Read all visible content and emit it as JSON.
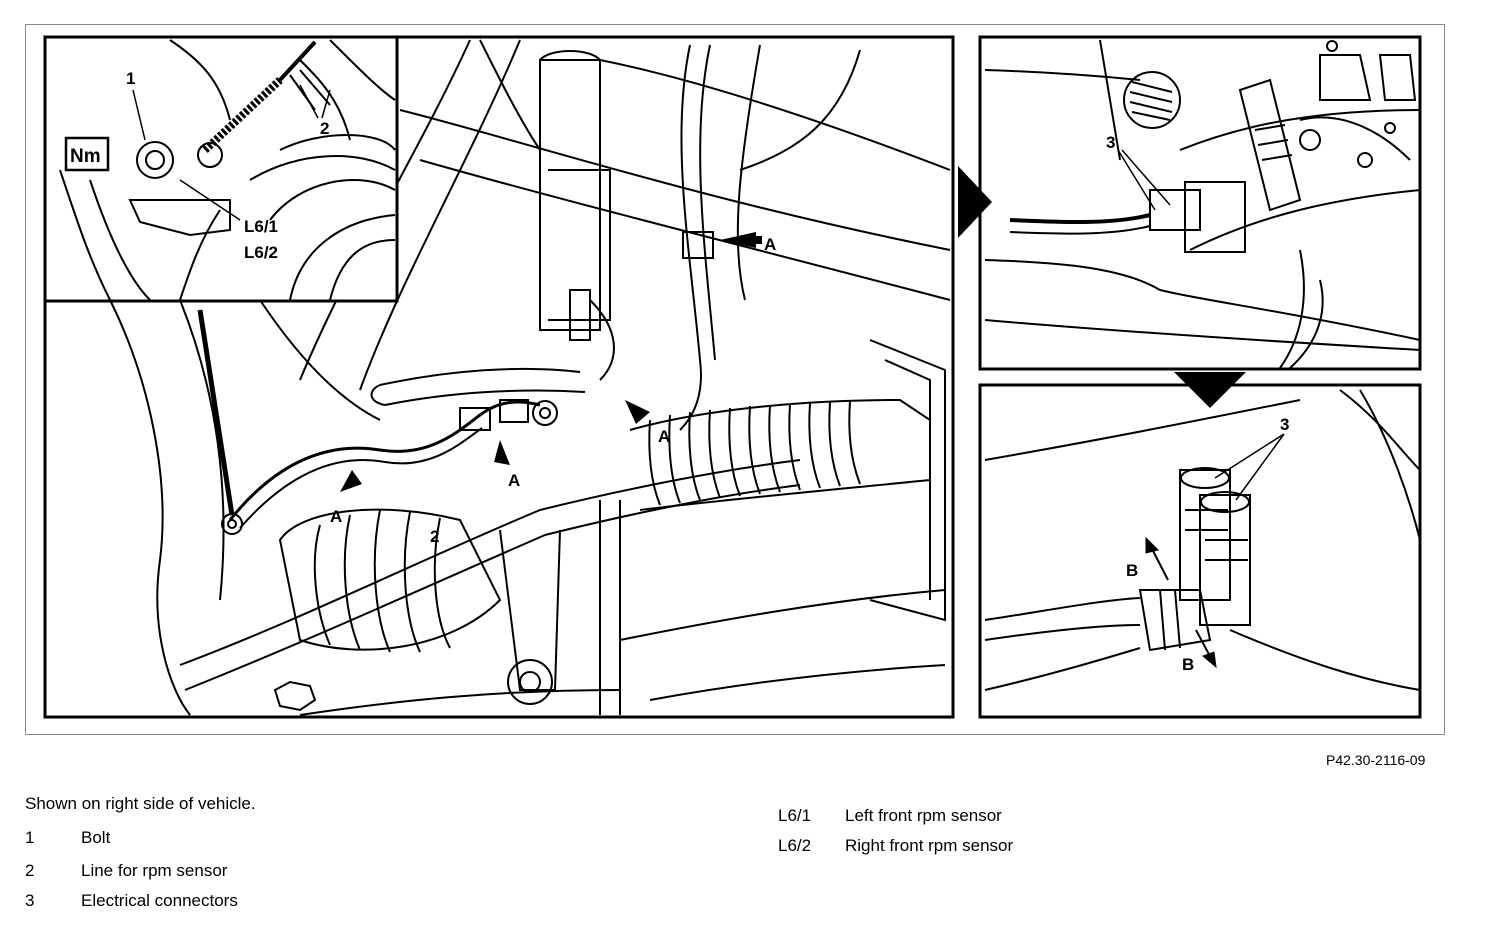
{
  "figure": {
    "reference_code": "P42.30-2116-09",
    "callouts": {
      "bolt": "1",
      "line": "2",
      "connectors": "3",
      "arrow_a": "A",
      "arrow_b": "B",
      "torque": "Nm",
      "sensor_left": "L6/1",
      "sensor_right": "L6/2"
    }
  },
  "caption": {
    "intro": "Shown on right side of vehicle.",
    "legend_left": [
      {
        "key": "1",
        "text": "Bolt"
      },
      {
        "key": "2",
        "text": "Line for rpm sensor"
      },
      {
        "key": "3",
        "text": "Electrical connectors"
      }
    ],
    "legend_right": [
      {
        "key": "L6/1",
        "text": "Left front rpm sensor"
      },
      {
        "key": "L6/2",
        "text": "Right front rpm sensor"
      }
    ]
  }
}
